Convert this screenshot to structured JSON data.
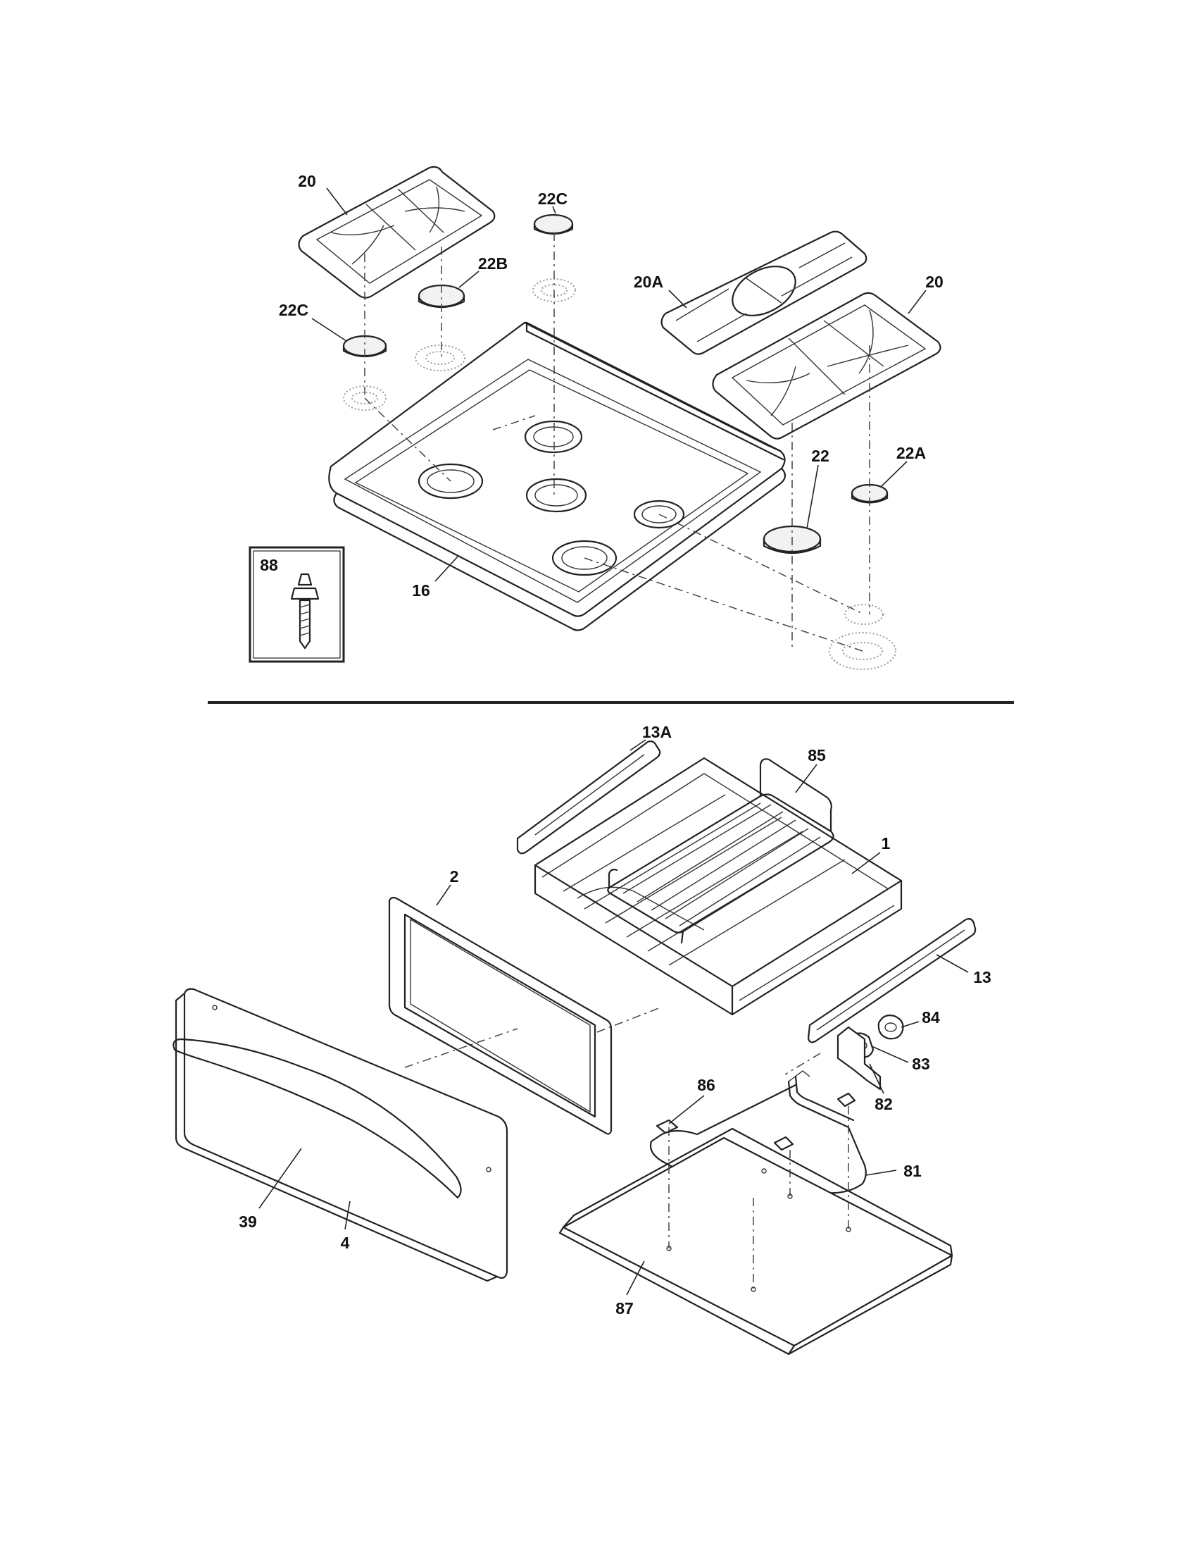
{
  "callouts": {
    "c20_left": "20",
    "c22c_top": "22C",
    "c22b": "22B",
    "c22c_left": "22C",
    "c20a": "20A",
    "c20_right": "20",
    "c22": "22",
    "c22a": "22A",
    "c16": "16",
    "c88": "88",
    "c13a": "13A",
    "c85": "85",
    "c1": "1",
    "c2": "2",
    "c13": "13",
    "c84": "84",
    "c83": "83",
    "c82": "82",
    "c86": "86",
    "c81": "81",
    "c39": "39",
    "c4": "4",
    "c87": "87"
  }
}
